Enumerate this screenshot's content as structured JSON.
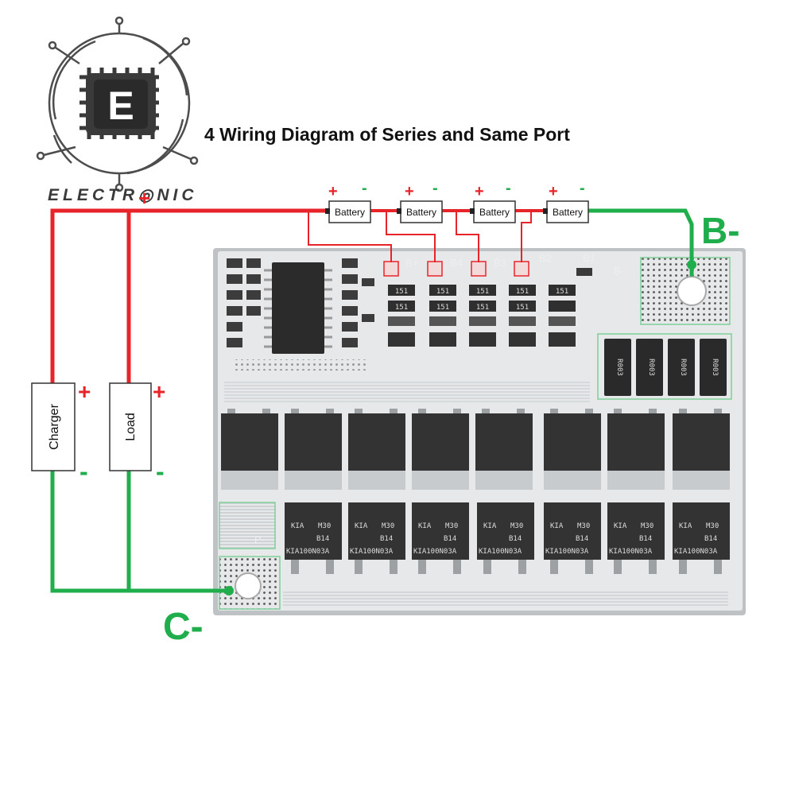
{
  "logo": {
    "wordmark": "ELECTR◎NIC",
    "glyph": "E"
  },
  "title": "4 Wiring Diagram of Series and Same Port",
  "batteries": [
    {
      "label": "Battery",
      "plus": "+",
      "minus": "-"
    },
    {
      "label": "Battery",
      "plus": "+",
      "minus": "-"
    },
    {
      "label": "Battery",
      "plus": "+",
      "minus": "-"
    },
    {
      "label": "Battery",
      "plus": "+",
      "minus": "-"
    }
  ],
  "devices": {
    "charger": {
      "label": "Charger",
      "plus": "+",
      "minus": "-"
    },
    "load": {
      "label": "Load",
      "plus": "+",
      "minus": "-"
    },
    "top_plus": "+"
  },
  "terminals": {
    "b_minus": "B-",
    "c_minus": "C-"
  },
  "pcb": {
    "pads": [
      "B+",
      "B4",
      "B3",
      "B2",
      "B1",
      "B-"
    ],
    "bottom_pads": [
      "P-",
      "C-"
    ],
    "resistor_code": "R003",
    "smd_code": "151",
    "mosfet_lines": [
      "KIA",
      "M30",
      "B14",
      "KIA100N03A"
    ]
  },
  "colors": {
    "positive": "#e8242b",
    "negative": "#1fae4b",
    "pcb": "#e6e8ea",
    "chip": "#2b2b2b"
  }
}
